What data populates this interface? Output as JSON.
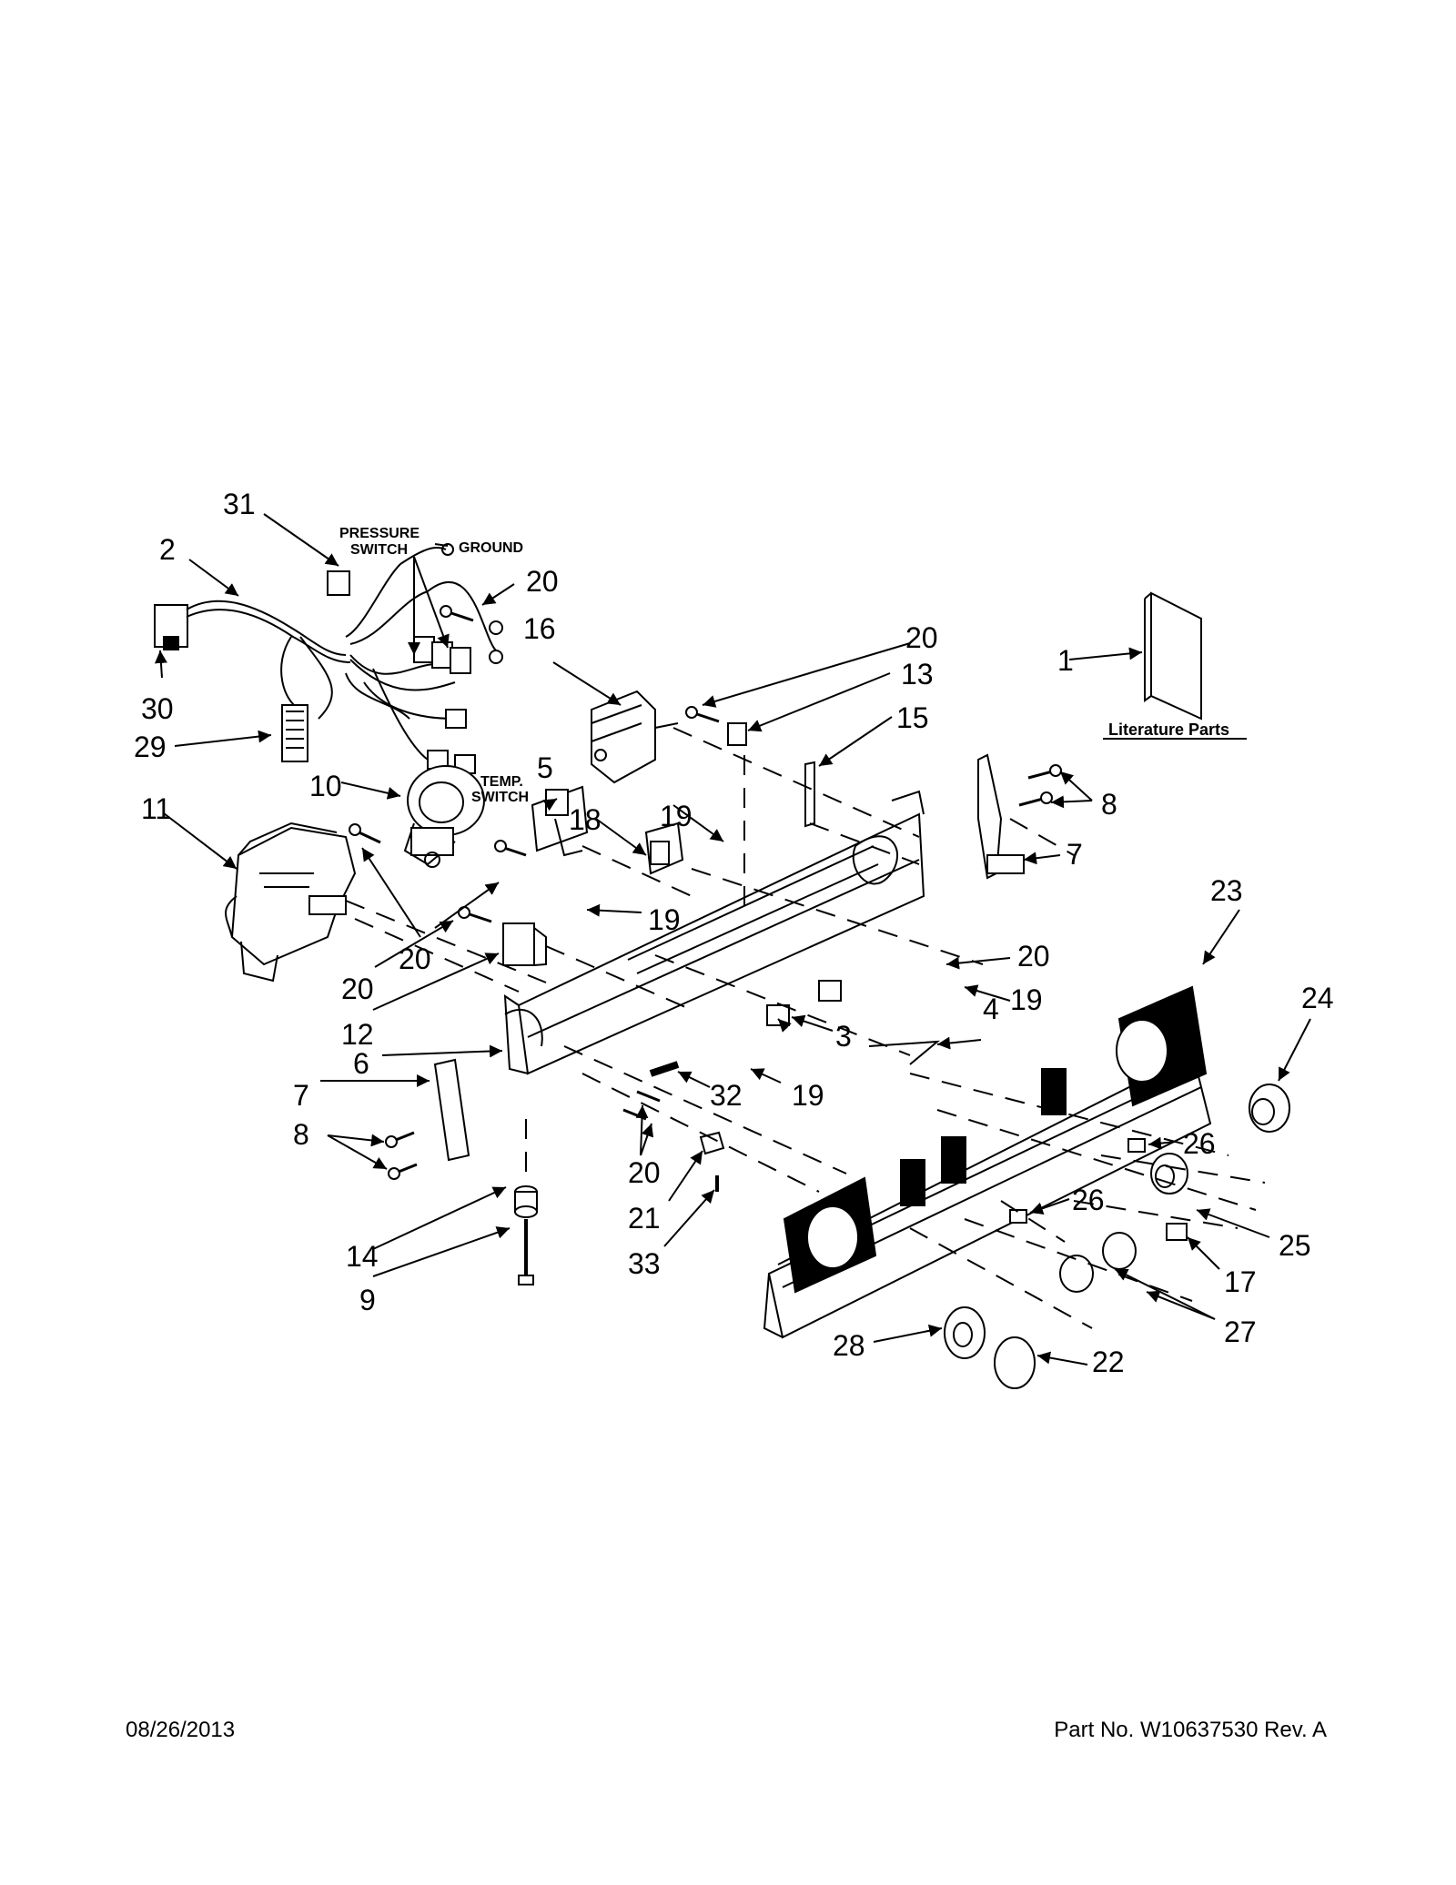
{
  "callouts": {
    "c1": "1",
    "c2": "2",
    "c3": "3",
    "c4": "4",
    "c5": "5",
    "c6": "6",
    "c7": "7",
    "c8": "8",
    "c9": "9",
    "c10": "10",
    "c11": "11",
    "c12": "12",
    "c13": "13",
    "c14": "14",
    "c15": "15",
    "c16": "16",
    "c17": "17",
    "c18": "18",
    "c19": "19",
    "c20": "20",
    "c21": "21",
    "c22": "22",
    "c23": "23",
    "c24": "24",
    "c25": "25",
    "c26": "26",
    "c27": "27",
    "c28": "28",
    "c29": "29",
    "c30": "30",
    "c31": "31",
    "c32": "32",
    "c33": "33"
  },
  "labels": {
    "pressure_line1": "PRESSURE",
    "pressure_line2": "SWITCH",
    "ground": "GROUND",
    "temp_line1": "TEMP.",
    "temp_line2": "SWITCH",
    "literature": "Literature Parts"
  },
  "footer": {
    "date": "08/26/2013",
    "part_number": "Part No.  W10637530  Rev.  A"
  }
}
